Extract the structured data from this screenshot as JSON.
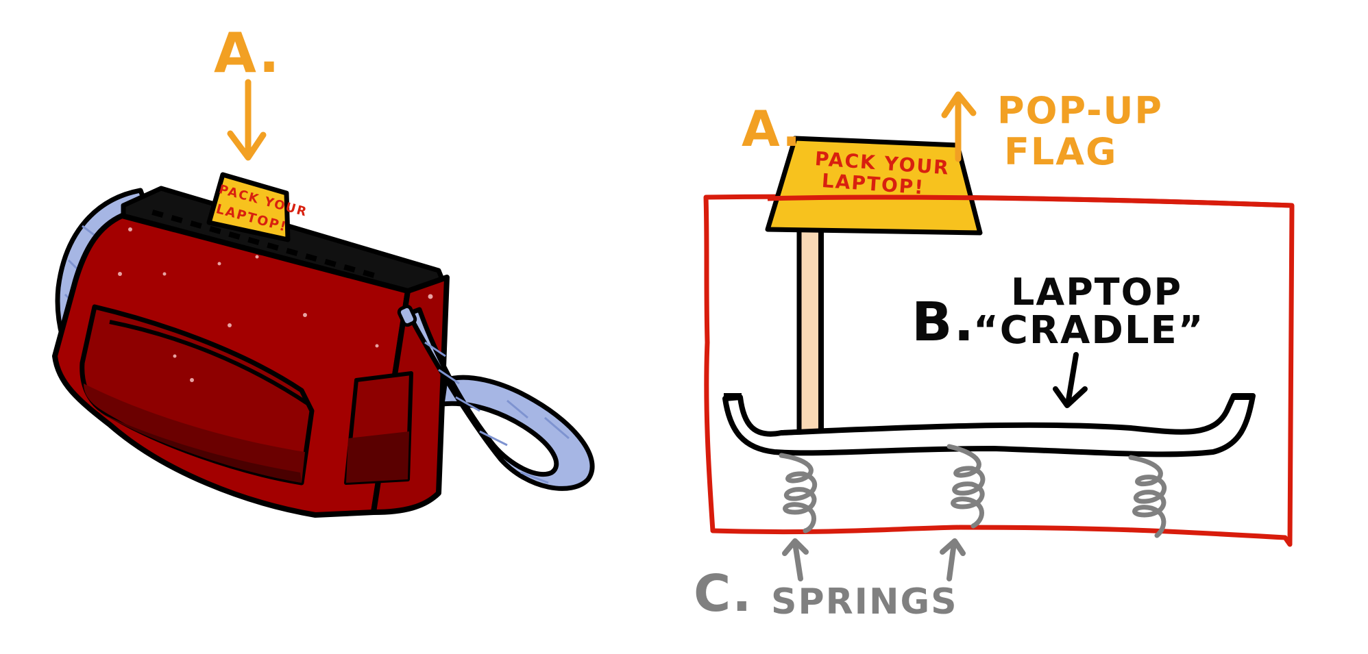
{
  "colors": {
    "bag_red": "#A30000",
    "bag_dark": "#6B0000",
    "bag_darker": "#4A0000",
    "outline": "#000000",
    "strap_blue": "#A6B6E4",
    "strap_line": "#7E93D0",
    "flag_yellow": "#F7C21E",
    "flag_text_red": "#D8200F",
    "label_orange": "#F2A023",
    "box_red": "#D81C0C",
    "spring_gray": "#808080",
    "pole_fill": "#F9D9B5"
  },
  "left_illustration": {
    "label": "A.",
    "flag_text_line1": "PACK YOUR",
    "flag_text_line2": "LAPTOP!"
  },
  "right_diagram": {
    "flag_label": "A.",
    "flag_text_line1": "PACK YOUR",
    "flag_text_line2": "LAPTOP!",
    "popup_line1": "POP-UP",
    "popup_line2": "FLAG",
    "cradle_letter": "B.",
    "cradle_line1": "LAPTOP",
    "cradle_line2": "“CRADLE”",
    "springs_letter": "C.",
    "springs_label": "SPRINGS"
  }
}
